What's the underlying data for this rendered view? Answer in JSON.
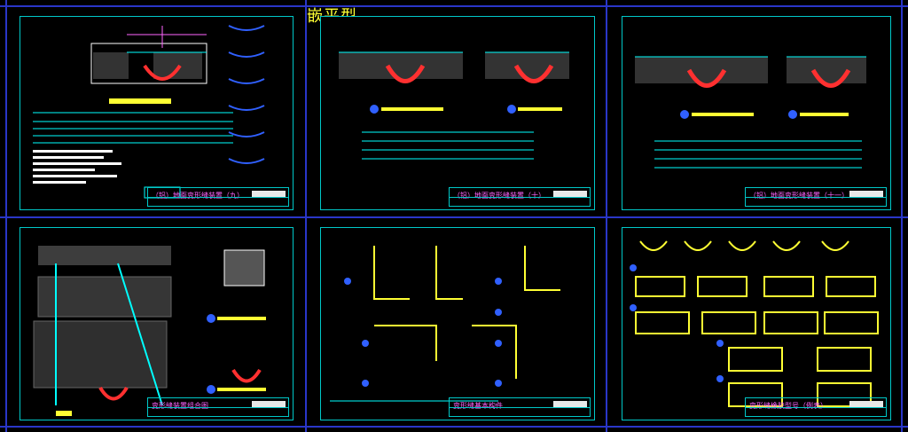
{
  "header": {
    "title": "嵌平型"
  },
  "sheets": [
    {
      "title": "（铝）地面变形缝装置（九）"
    },
    {
      "title": "（铝）地面变形缝装置（十）"
    },
    {
      "title": "（铝）地面变形缝装置（十一）"
    },
    {
      "title": "变形缝装置组合图"
    },
    {
      "title": "变形缝基本构件"
    },
    {
      "title": "变形缝橡胶型号（例表）"
    }
  ],
  "colors": {
    "frame": "#00c8c8",
    "separator": "#2a36c8",
    "title": "#ffff33"
  }
}
